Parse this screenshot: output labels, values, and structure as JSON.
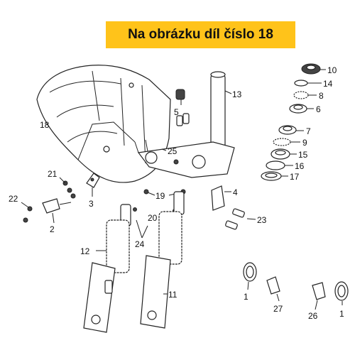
{
  "banner": {
    "text": "Na obrázku díl číslo 18"
  },
  "labels": {
    "p1a": "1",
    "p1b": "1",
    "p2": "2",
    "p3": "3",
    "p4": "4",
    "p5": "5",
    "p6": "6",
    "p7": "7",
    "p8": "8",
    "p9": "9",
    "p10": "10",
    "p11": "11",
    "p12": "12",
    "p13": "13",
    "p14": "14",
    "p15": "15",
    "p16": "16",
    "p17": "17",
    "p18": "18",
    "p19": "19",
    "p20": "20",
    "p21": "21",
    "p22": "22",
    "p23": "23",
    "p24": "24",
    "p25": "25",
    "p26": "26",
    "p27": "27"
  },
  "colors": {
    "banner": "#ffc31a",
    "ink": "#222222"
  }
}
